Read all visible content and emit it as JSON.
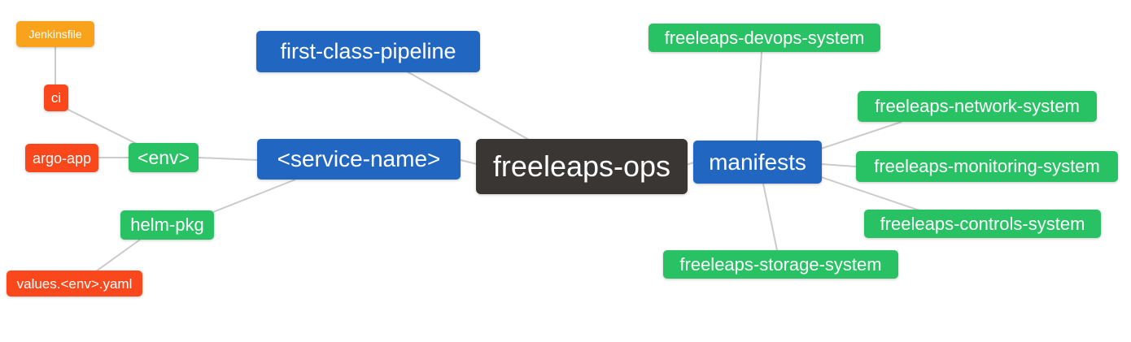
{
  "diagram": {
    "type": "mindmap",
    "background_color": "#ffffff",
    "line_color": "#cbcbcb",
    "palette": {
      "root": "#3a3633",
      "level1": "#2167c1",
      "level2": "#28c264",
      "level3": "#fa481c",
      "level4": "#f9a21b"
    },
    "nodes": {
      "root": {
        "label": "freeleaps-ops",
        "color": "#3a3633"
      },
      "first_class_pipeline": {
        "label": "first-class-pipeline",
        "color": "#2167c1"
      },
      "service_name": {
        "label": "<service-name>",
        "color": "#2167c1"
      },
      "manifests": {
        "label": "manifests",
        "color": "#2167c1"
      },
      "env": {
        "label": "<env>",
        "color": "#28c264"
      },
      "helm_pkg": {
        "label": "helm-pkg",
        "color": "#28c264"
      },
      "ci": {
        "label": "ci",
        "color": "#fa481c"
      },
      "argo_app": {
        "label": "argo-app",
        "color": "#fa481c"
      },
      "values_env_yaml": {
        "label": "values.<env>.yaml",
        "color": "#fa481c"
      },
      "jenkinsfile": {
        "label": "Jenkinsfile",
        "color": "#f9a21b"
      },
      "devops_system": {
        "label": "freeleaps-devops-system",
        "color": "#28c264"
      },
      "network_system": {
        "label": "freeleaps-network-system",
        "color": "#28c264"
      },
      "monitoring_system": {
        "label": "freeleaps-monitoring-system",
        "color": "#28c264"
      },
      "controls_system": {
        "label": "freeleaps-controls-system",
        "color": "#28c264"
      },
      "storage_system": {
        "label": "freeleaps-storage-system",
        "color": "#28c264"
      }
    },
    "edges": [
      [
        "root",
        "first_class_pipeline"
      ],
      [
        "root",
        "service_name"
      ],
      [
        "root",
        "manifests"
      ],
      [
        "service_name",
        "env"
      ],
      [
        "service_name",
        "helm_pkg"
      ],
      [
        "env",
        "ci"
      ],
      [
        "env",
        "argo_app"
      ],
      [
        "ci",
        "jenkinsfile"
      ],
      [
        "helm_pkg",
        "values_env_yaml"
      ],
      [
        "manifests",
        "devops_system"
      ],
      [
        "manifests",
        "network_system"
      ],
      [
        "manifests",
        "monitoring_system"
      ],
      [
        "manifests",
        "controls_system"
      ],
      [
        "manifests",
        "storage_system"
      ]
    ]
  }
}
